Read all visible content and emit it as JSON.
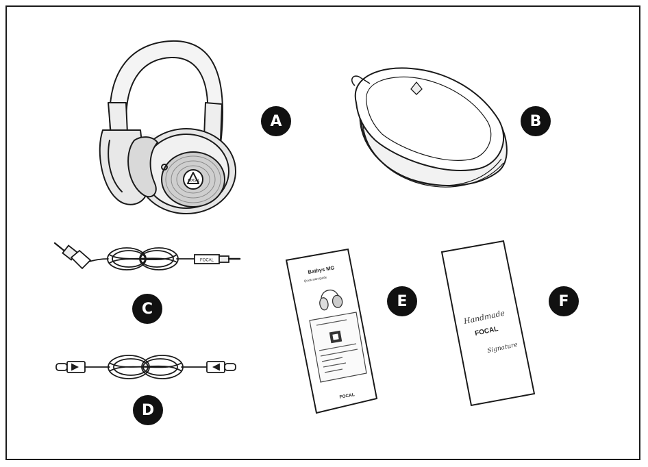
{
  "items": [
    {
      "key": "A",
      "label": "A",
      "icon": "headphones-icon"
    },
    {
      "key": "B",
      "label": "B",
      "icon": "carrying-case-icon"
    },
    {
      "key": "C",
      "label": "C",
      "icon": "audio-cable-icon"
    },
    {
      "key": "D",
      "label": "D",
      "icon": "usb-c-cable-icon"
    },
    {
      "key": "E",
      "label": "E",
      "icon": "quick-start-guide-icon"
    },
    {
      "key": "F",
      "label": "F",
      "icon": "signature-card-icon"
    }
  ],
  "text": {
    "headphone_logo": "FOCAL",
    "cable_logo": "FOCAL",
    "guide_title": "Bathys MG",
    "guide_subtitle": "Quick start guide",
    "guide_logo": "FOCAL",
    "card_sig_1": "Handmade",
    "card_logo": "FOCAL",
    "card_sig_2": "Signature"
  }
}
